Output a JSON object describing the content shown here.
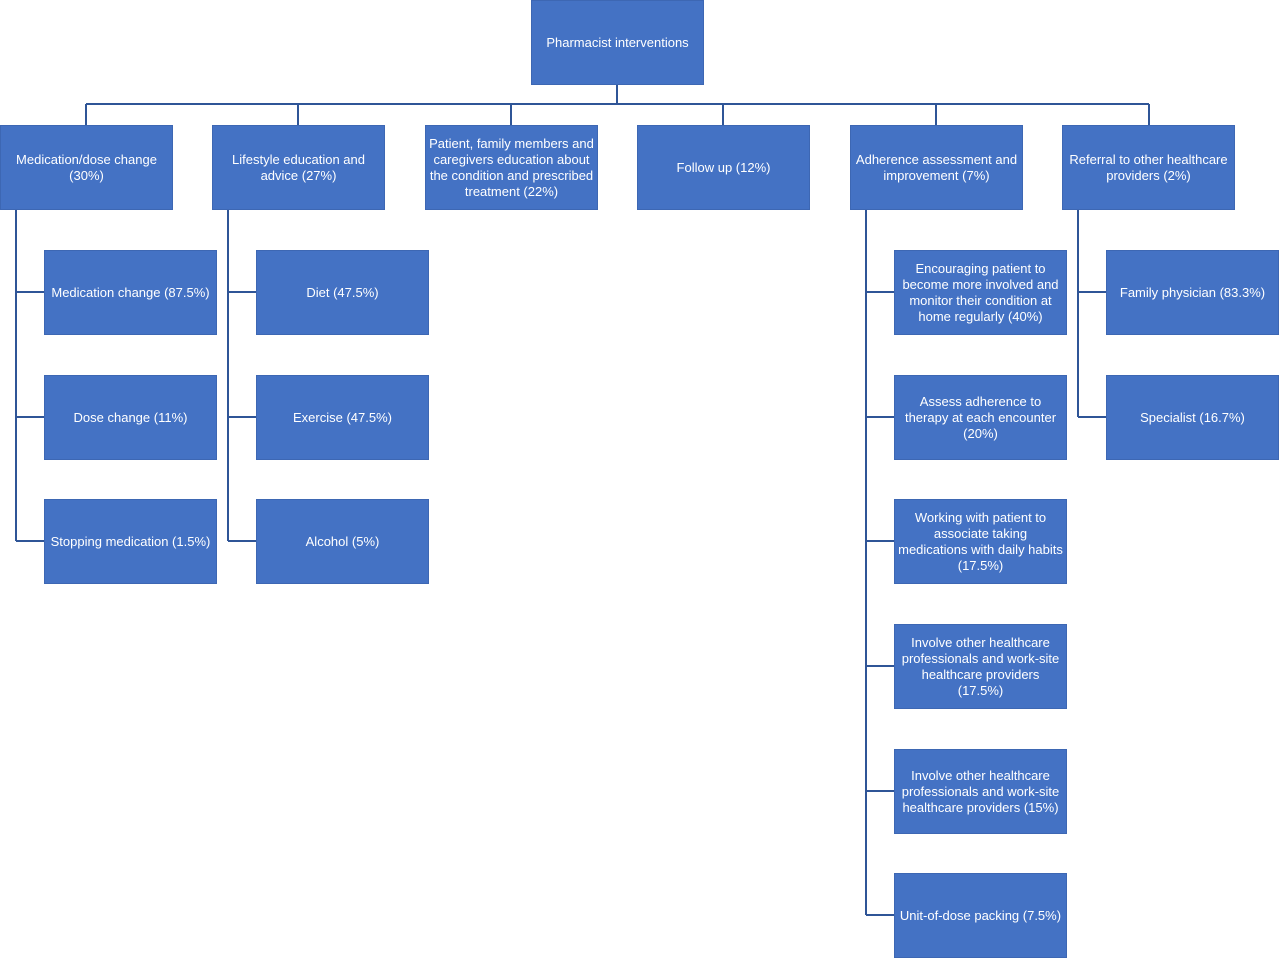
{
  "diagram": {
    "root": "Pharmacist interventions",
    "categories": [
      {
        "label": "Medication/dose change (30%)",
        "children": [
          "Medication change (87.5%)",
          "Dose change (11%)",
          "Stopping medication (1.5%)"
        ]
      },
      {
        "label": "Lifestyle education and advice (27%)",
        "children": [
          "Diet (47.5%)",
          "Exercise (47.5%)",
          "Alcohol (5%)"
        ]
      },
      {
        "label": "Patient, family members and caregivers education about the condition and prescribed treatment (22%)",
        "children": []
      },
      {
        "label": "Follow up (12%)",
        "children": []
      },
      {
        "label": "Adherence assessment and improvement (7%)",
        "children": [
          "Encouraging patient to become more involved and monitor their condition at home regularly (40%)",
          "Assess adherence to therapy at each encounter (20%)",
          "Working with patient to associate taking medications with daily habits (17.5%)",
          "Involve other healthcare professionals and work-site healthcare providers (17.5%)",
          "Involve other healthcare professionals and work-site healthcare providers (15%)",
          "Unit-of-dose packing (7.5%)"
        ]
      },
      {
        "label": "Referral to other healthcare providers (2%)",
        "children": [
          "Family physician (83.3%)",
          "Specialist (16.7%)"
        ]
      }
    ]
  },
  "colors": {
    "box_fill": "#4472c4",
    "box_text": "#ffffff",
    "connector": "#2f5597"
  }
}
